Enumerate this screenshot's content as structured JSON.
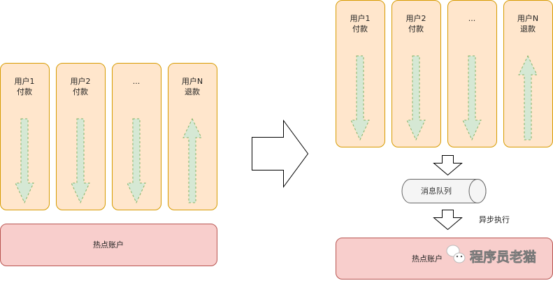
{
  "colors": {
    "user_fill": "#ffe6cc",
    "user_stroke": "#d79b00",
    "arrow_fill": "#d5e8d4",
    "arrow_stroke": "#82b366",
    "account_fill": "#f8cecc",
    "account_stroke": "#b85450",
    "queue_fill": "#f5f5f5",
    "queue_stroke": "#666666"
  },
  "before": {
    "users": [
      {
        "line1": "用户1",
        "line2": "付款",
        "direction": "down"
      },
      {
        "line1": "用户2",
        "line2": "付款",
        "direction": "down"
      },
      {
        "line1": "...",
        "line2": "",
        "direction": "down"
      },
      {
        "line1": "用户N",
        "line2": "退款",
        "direction": "up"
      }
    ],
    "account": "热点账户"
  },
  "after": {
    "users": [
      {
        "line1": "用户1",
        "line2": "付款",
        "direction": "down"
      },
      {
        "line1": "用户2",
        "line2": "付款",
        "direction": "down"
      },
      {
        "line1": "...",
        "line2": "",
        "direction": "down"
      },
      {
        "line1": "用户N",
        "line2": "退款",
        "direction": "up"
      }
    ],
    "queue": "消息队列",
    "async_label": "异步执行",
    "account": "热点账户"
  },
  "watermark": "程序员老猫"
}
